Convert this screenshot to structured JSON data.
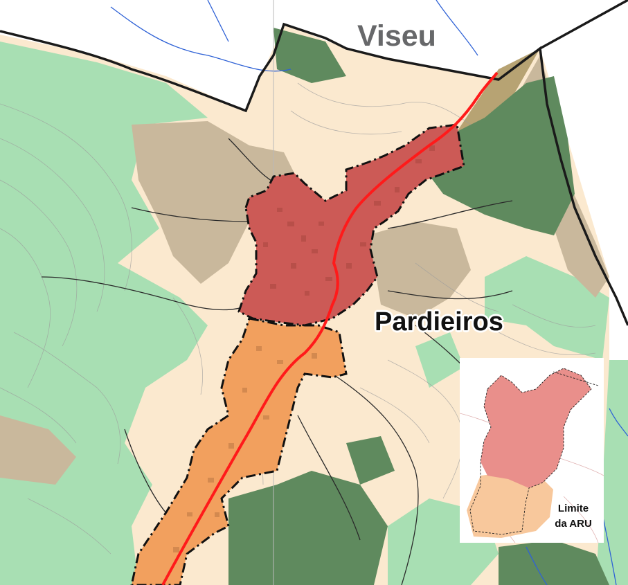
{
  "map": {
    "labels": {
      "top_city": "Viseu",
      "village": "Pardieiros"
    },
    "inset": {
      "legend_line1": "Limite",
      "legend_line2": "da ARU"
    },
    "colors": {
      "forest_light": "#a8dfb3",
      "forest_dark": "#5f8a5e",
      "agricultural": "#fbe9cf",
      "scrub_brown": "#c9b89c",
      "urban_core": "#cc5a56",
      "urban_expansion": "#f2a05e",
      "main_road": "#ff1a1a",
      "aru_boundary": "#111111",
      "water": "#2f62d6",
      "inset_core": "#e98f8b",
      "inset_expansion": "#f8c89c"
    }
  }
}
